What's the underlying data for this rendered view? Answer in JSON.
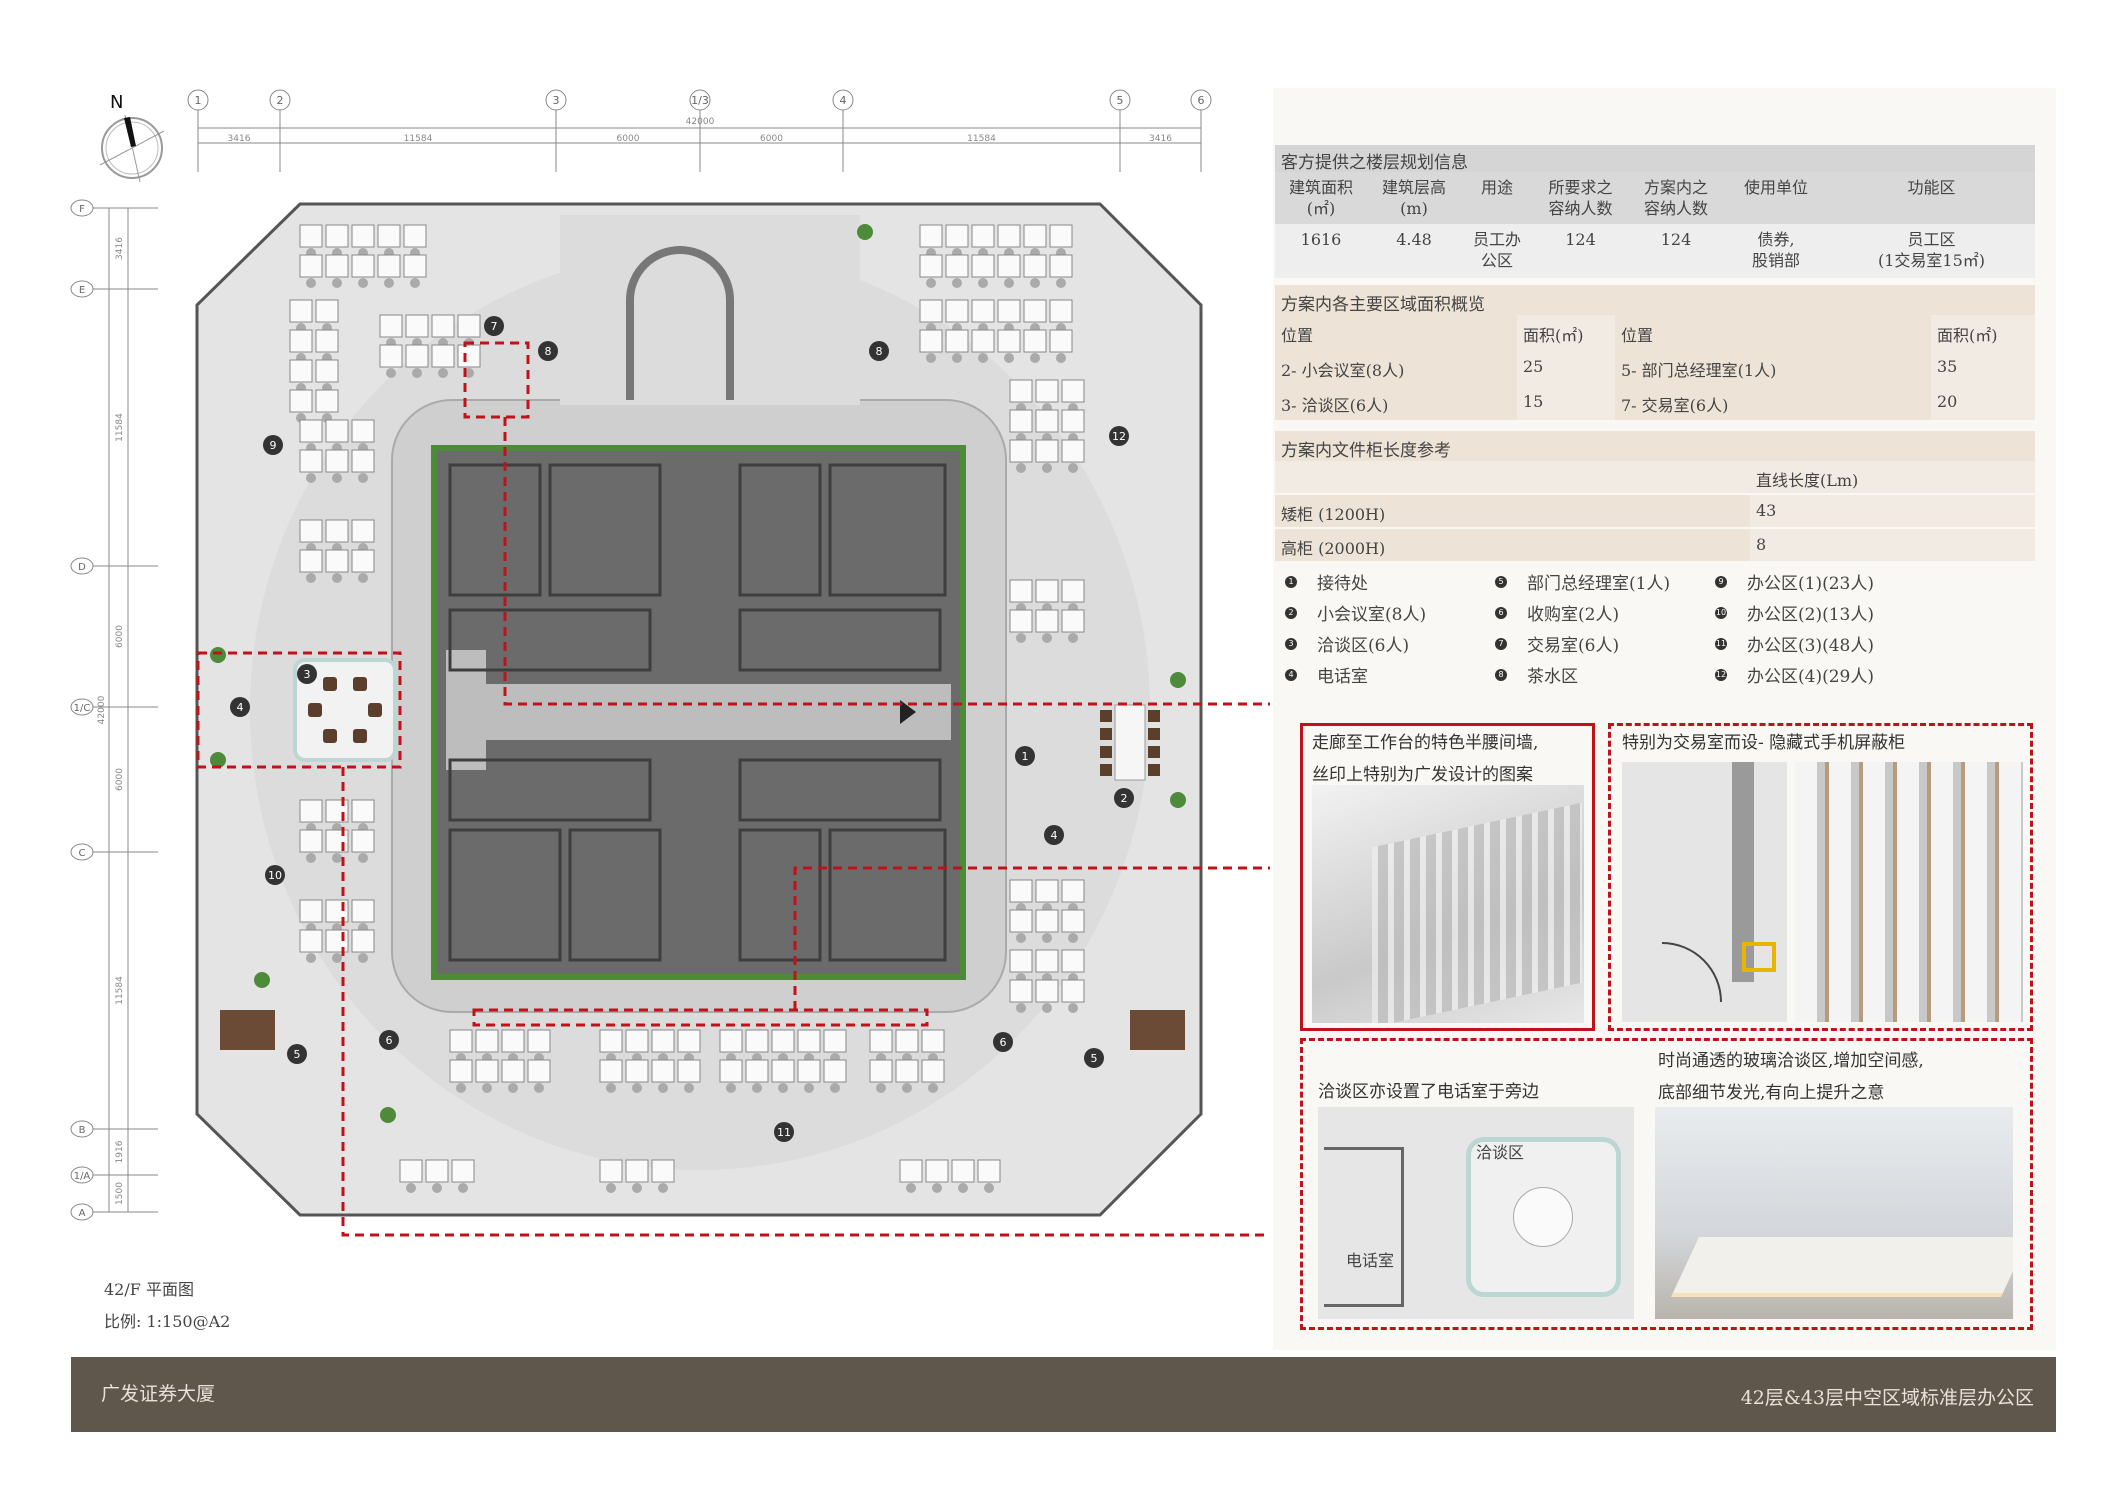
{
  "plan": {
    "title": "42/F 平面图",
    "scale": "比例: 1:150@A2",
    "north": "N",
    "column_axes": [
      "1",
      "2",
      "3",
      "1/3",
      "4",
      "5",
      "6"
    ],
    "column_dims": [
      "3416",
      "11584",
      "6000",
      "6000",
      "11584",
      "3416"
    ],
    "column_total": "42000",
    "row_axes": [
      "F",
      "E",
      "D",
      "1/C",
      "C",
      "B",
      "1/A",
      "A"
    ],
    "row_dims": [
      "3416",
      "11584",
      "6000",
      "6000",
      "11584",
      "1916",
      "1500"
    ],
    "row_total": "42000",
    "markers": [
      "1",
      "2",
      "3",
      "4",
      "4",
      "5",
      "5",
      "6",
      "6",
      "7",
      "8",
      "8",
      "9",
      "10",
      "11",
      "12"
    ]
  },
  "table_floor": {
    "title": "客方提供之楼层规划信息",
    "headers": [
      "建筑面积\n(㎡)",
      "建筑层高\n(m)",
      "用途",
      "所要求之\n容纳人数",
      "方案内之\n容纳人数",
      "使用单位",
      "功能区"
    ],
    "row": [
      "1616",
      "4.48",
      "员工办\n公区",
      "124",
      "124",
      "债券,\n股销部",
      "员工区\n(1交易室15㎡)"
    ]
  },
  "table_area": {
    "title": "方案内各主要区域面积概览",
    "headers": [
      "位置",
      "面积(㎡)",
      "位置",
      "面积(㎡)"
    ],
    "rows": [
      [
        "2- 小会议室(8人)",
        "25",
        "5- 部门总经理室(1人)",
        "35"
      ],
      [
        "3- 洽谈区(6人)",
        "15",
        "7- 交易室(6人)",
        "20"
      ]
    ]
  },
  "table_cabinet": {
    "title": "方案内文件柜长度参考",
    "header": "直线长度(Lm)",
    "rows": [
      [
        "矮柜 (1200H)",
        "43"
      ],
      [
        "高柜 (2000H)",
        "8"
      ]
    ]
  },
  "legend": [
    {
      "n": "1",
      "label": "接待处"
    },
    {
      "n": "5",
      "label": "部门总经理室(1人)"
    },
    {
      "n": "9",
      "label": "办公区(1)(23人)"
    },
    {
      "n": "2",
      "label": "小会议室(8人)"
    },
    {
      "n": "6",
      "label": "收购室(2人)"
    },
    {
      "n": "10",
      "label": "办公区(2)(13人)"
    },
    {
      "n": "3",
      "label": "洽谈区(6人)"
    },
    {
      "n": "7",
      "label": "交易室(6人)"
    },
    {
      "n": "11",
      "label": "办公区(3)(48人)"
    },
    {
      "n": "4",
      "label": "电话室"
    },
    {
      "n": "8",
      "label": "茶水区"
    },
    {
      "n": "12",
      "label": "办公区(4)(29人)"
    }
  ],
  "callouts": {
    "wall": [
      "走廊至工作台的特色半腰间墙,",
      "丝印上特别为广发设计的图案"
    ],
    "cabinet": "特别为交易室而设- 隐藏式手机屏蔽柜",
    "meeting": "洽谈区亦设置了电话室于旁边",
    "meeting_labels": [
      "洽谈区",
      "电话室"
    ],
    "glass": [
      "时尚通透的玻璃洽谈区,增加空间感,",
      "底部细节发光,有向上提升之意"
    ]
  },
  "footer": {
    "left": "广发证券大厦",
    "right": "42层&43层中空区域标准层办公区"
  },
  "colors": {
    "accent_red": "#c0121b",
    "footer_bg": "#5f564c",
    "core": "#6b6b6b",
    "table_beige": "#ede3d7",
    "table_gray": "#d5d5d5",
    "planter_green": "#4d8a3a"
  }
}
